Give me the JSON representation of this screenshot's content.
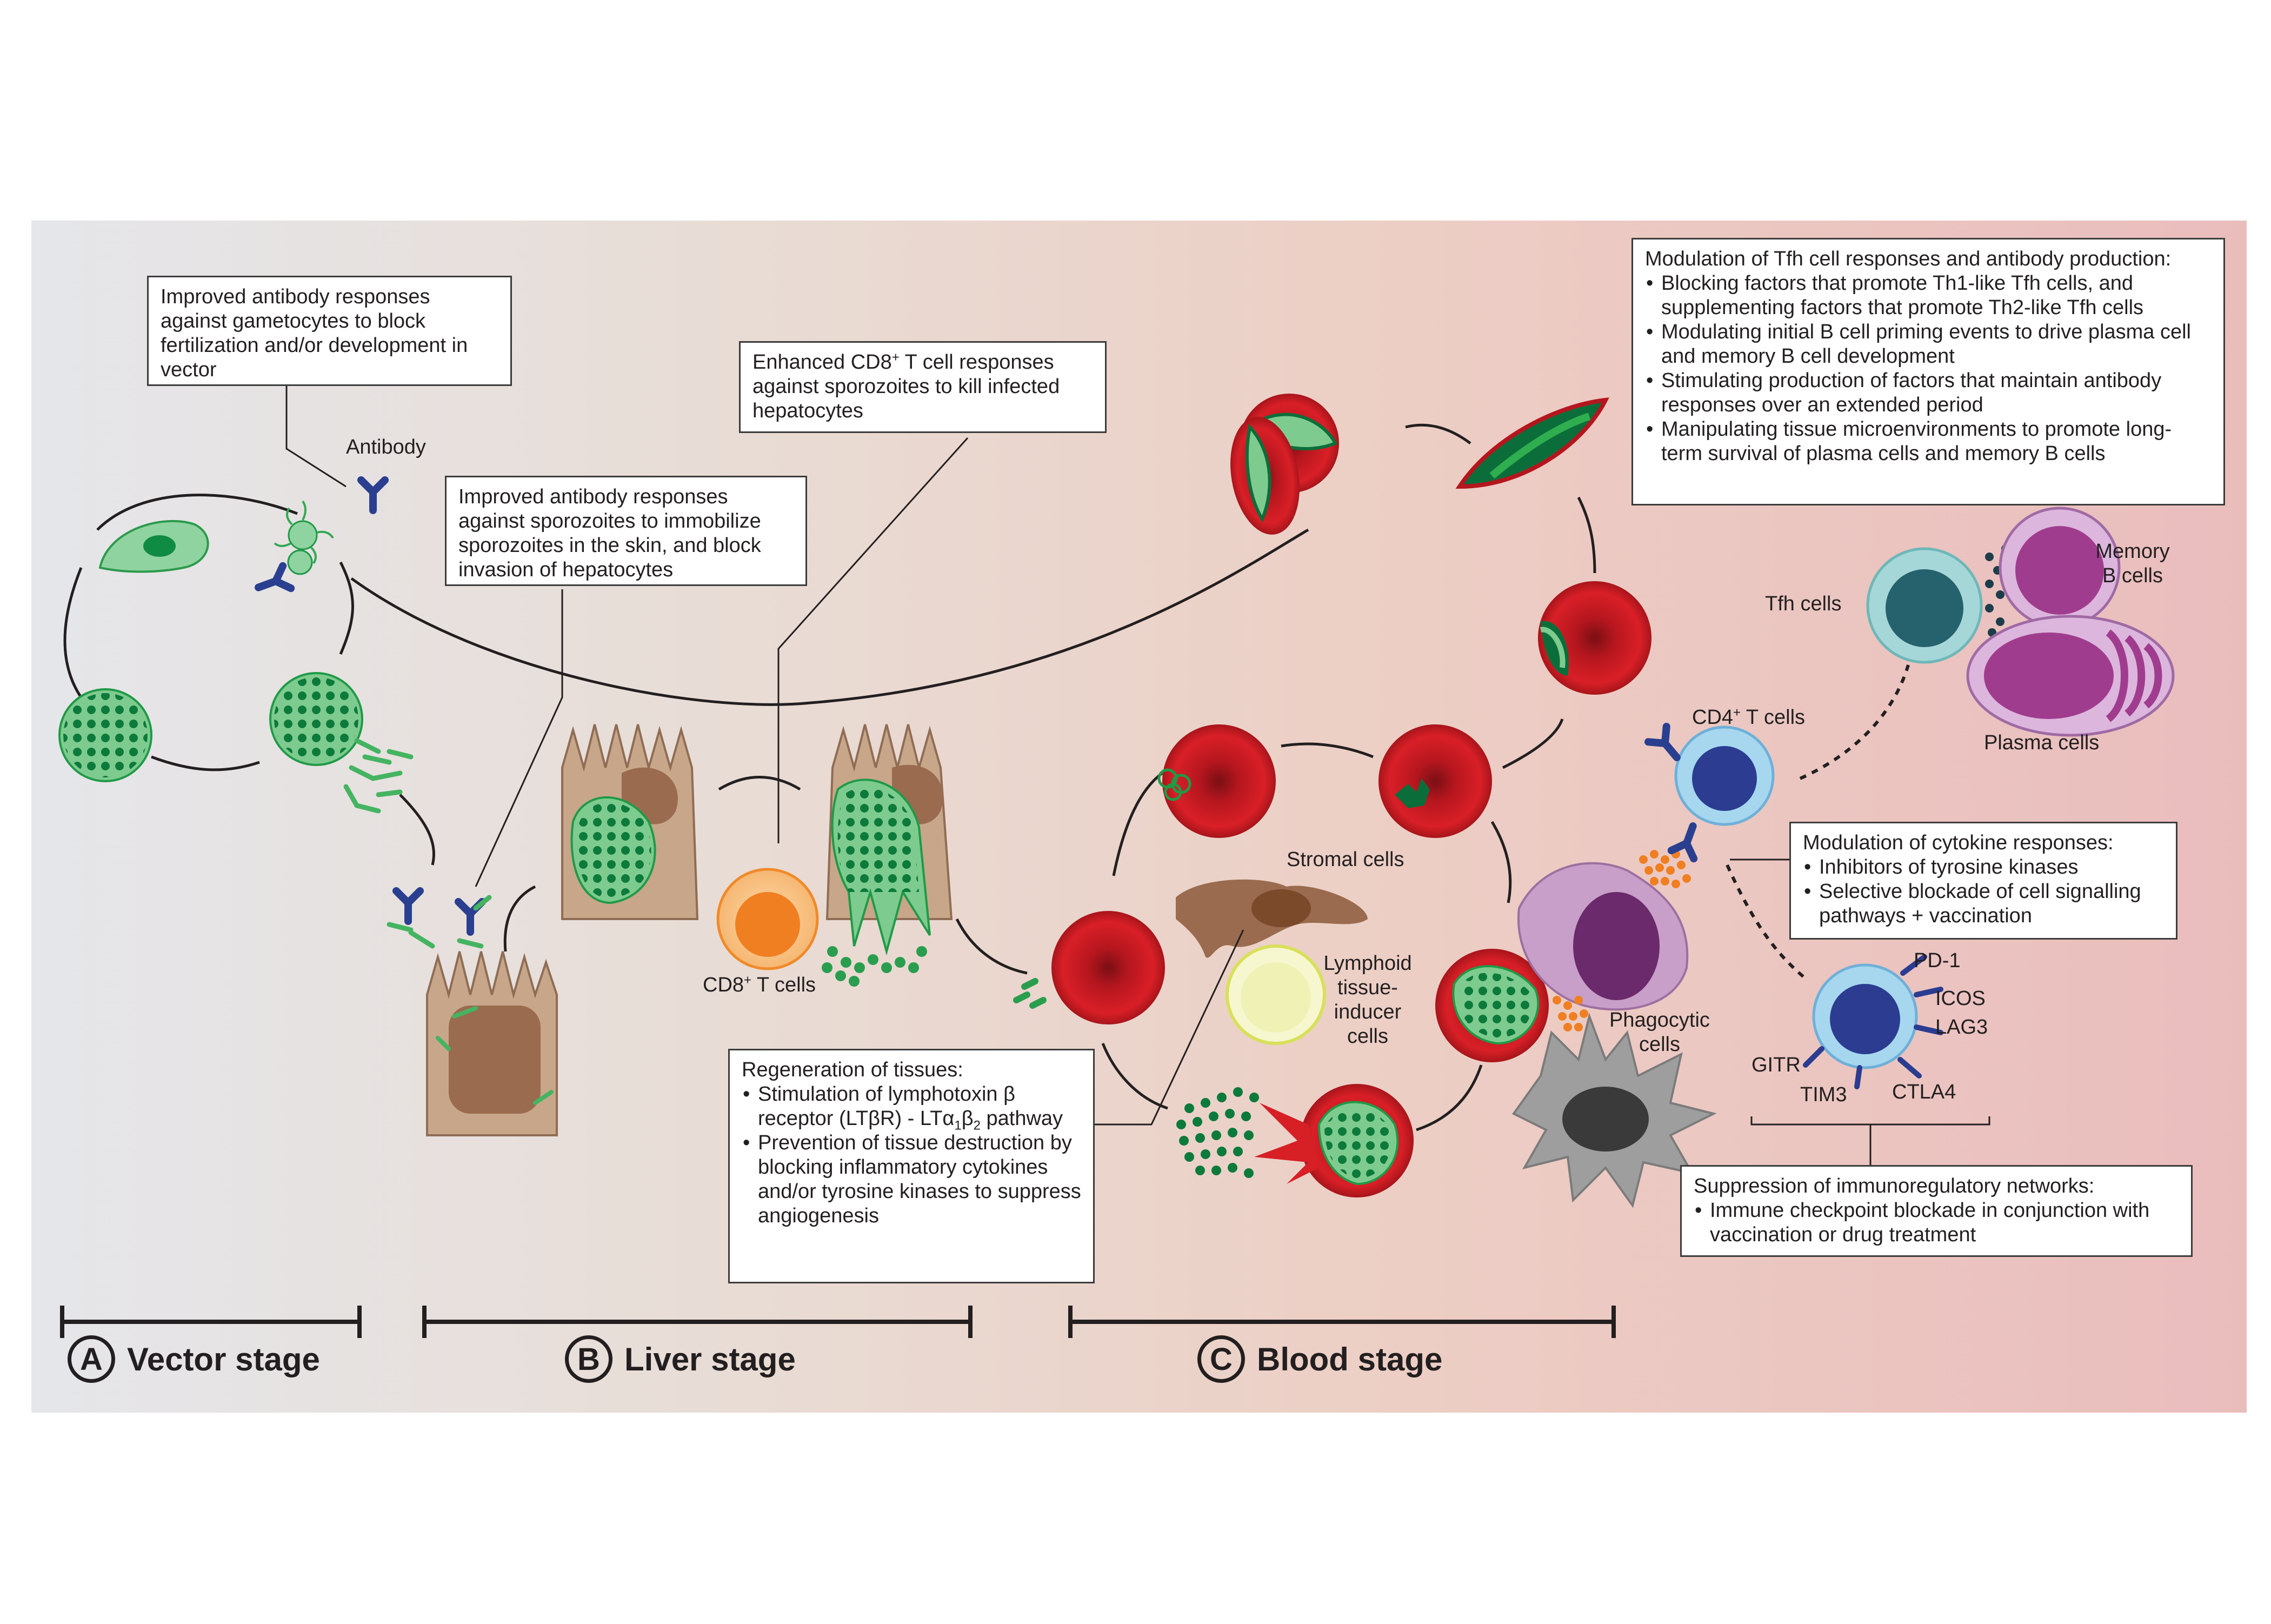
{
  "callouts": {
    "gametocytes": "Improved antibody responses against gametocytes to block fertilization and/or development in vector",
    "cd8_head": "Enhanced CD8",
    "cd8_sup": "+",
    "cd8_tail": " T cell responses against sporozoites to kill infected hepatocytes",
    "sporozoites": "Improved antibody responses against sporozoites to immobilize sporozoites in the skin, and block invasion of hepatocytes",
    "tfh_heading": "Modulation of Tfh cell responses and antibody production:",
    "tfh_items": [
      "Blocking factors that promote Th1-like Tfh cells, and supplementing factors that promote Th2-like Tfh cells",
      "Modulating initial B cell priming events to drive plasma cell and memory B cell development",
      "Stimulating production of factors that maintain antibody responses over an extended period",
      "Manipulating tissue microenvironments to promote long-term survival of plasma cells and memory B cells"
    ],
    "cytokine_heading": "Modulation of cytokine responses:",
    "cytokine_items": [
      "Inhibitors of tyrosine kinases",
      "Selective blockade of cell signalling pathways + vaccination"
    ],
    "regen_heading": "Regeneration of tissues:",
    "regen_item1_a": "Stimulation of lymphotoxin β receptor (LTβR) - LTα",
    "regen_item1_sub1": "1",
    "regen_item1_b": "β",
    "regen_item1_sub2": "2",
    "regen_item1_c": " pathway",
    "regen_item2": "Prevention of tissue destruction by blocking inflammatory cytokines and/or tyrosine kinases to suppress angiogenesis",
    "immuno_heading": "Suppression of immunoregulatory networks:",
    "immuno_items": [
      "Immune checkpoint blockade in conjunction with vaccination or drug treatment"
    ]
  },
  "labels": {
    "antibody": "Antibody",
    "cd8_cells": "CD8",
    "cd8_cells_sup": "+",
    "cd8_cells_tail": " T cells",
    "stromal": "Stromal cells",
    "lymphoid": [
      "Lymphoid",
      "tissue-",
      "inducer",
      "cells"
    ],
    "phagocytic": [
      "Phagocytic",
      "cells"
    ],
    "cd4": "CD4",
    "cd4_sup": "+",
    "cd4_tail": " T cells",
    "tfh": "Tfh cells",
    "memory_b": [
      "Memory",
      "B cells"
    ],
    "plasma": "Plasma cells",
    "pd1": "PD-1",
    "icos": "ICOS",
    "lag3": "LAG3",
    "gitr": "GITR",
    "tim3": "TIM3",
    "ctla4": "CTLA4"
  },
  "stages": [
    {
      "letter": "A",
      "name": "Vector stage"
    },
    {
      "letter": "B",
      "name": "Liver stage"
    },
    {
      "letter": "C",
      "name": "Blood stage"
    }
  ],
  "colors": {
    "rbc": "#d71f26",
    "parasite": "#2fae4f",
    "parasite_dark": "#0b6e3a",
    "antibody": "#2a3f8f",
    "hepatocyte": "#c8a68a",
    "cd8": "#f07f22",
    "tfh": "#a6d7d8",
    "memory_b": "#a03c8e",
    "phagocyte": "#c79fc9"
  }
}
